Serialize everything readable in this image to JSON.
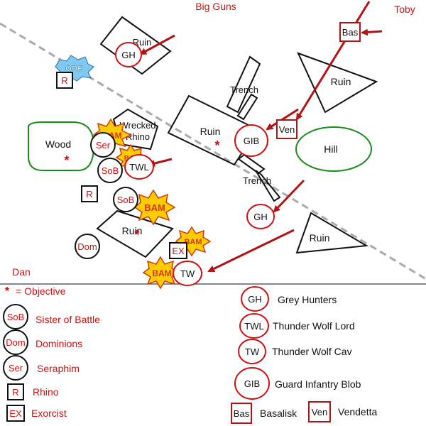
{
  "players": {
    "top": "Big Guns",
    "right": "Toby",
    "left": "Dan"
  },
  "colors": {
    "red": "#cc1111",
    "dark_red": "#b01414",
    "green": "#1a8a1a",
    "black": "#111111",
    "divider": "#aaaaaa",
    "blast_yellow": "#ffcc00",
    "blast_red": "#d23a0a"
  },
  "terrain": {
    "ruin_top": "Ruin",
    "ruin_right": "Ruin",
    "trench_upper": "Trench",
    "ruin_center": "Ruin",
    "trench_lower": "Trench",
    "wrecked_rhino": [
      "Wrecked",
      "Rhino"
    ],
    "wood": "Wood",
    "hill": "Hill",
    "ruin_lower_left": "Ruin",
    "ruin_lower_right": "Ruin"
  },
  "units": {
    "gh_top": "GH",
    "bas": "Bas",
    "ven": "Ven",
    "gib": "GIB",
    "gh_mid": "GH",
    "r_top": "R",
    "ser": "Ser",
    "twl": "TWL",
    "sob_1": "SoB",
    "r_mid": "R",
    "sob_2": "SoB",
    "dom": "Dom",
    "ex": "EX",
    "tw": "TW"
  },
  "objective_symbol": "*",
  "blasts": {
    "oof": "OOF",
    "bam": "BAM"
  },
  "legend_left": [
    {
      "abbr": "*",
      "label": "= Objective",
      "shape": "star"
    },
    {
      "abbr": "SoB",
      "label": "Sister of Battle",
      "shape": "circle"
    },
    {
      "abbr": "Dom",
      "label": "Dominions",
      "shape": "circle"
    },
    {
      "abbr": "Ser",
      "label": "Seraphim",
      "shape": "circle"
    },
    {
      "abbr": "R",
      "label": "Rhino",
      "shape": "square"
    },
    {
      "abbr": "EX",
      "label": "Exorcist",
      "shape": "square"
    }
  ],
  "legend_right": [
    {
      "abbr": "GH",
      "label": "Grey Hunters",
      "shape": "circle-red"
    },
    {
      "abbr": "TWL",
      "label": "Thunder Wolf Lord",
      "shape": "circle-red"
    },
    {
      "abbr": "TW",
      "label": "Thunder Wolf Cav",
      "shape": "circle-red"
    },
    {
      "abbr": "GIB",
      "label": "Guard Infantry Blob",
      "shape": "circle-red"
    }
  ],
  "legend_bottom": [
    {
      "abbr": "Bas",
      "label": "Basalisk"
    },
    {
      "abbr": "Ven",
      "label": "Vendetta"
    }
  ]
}
